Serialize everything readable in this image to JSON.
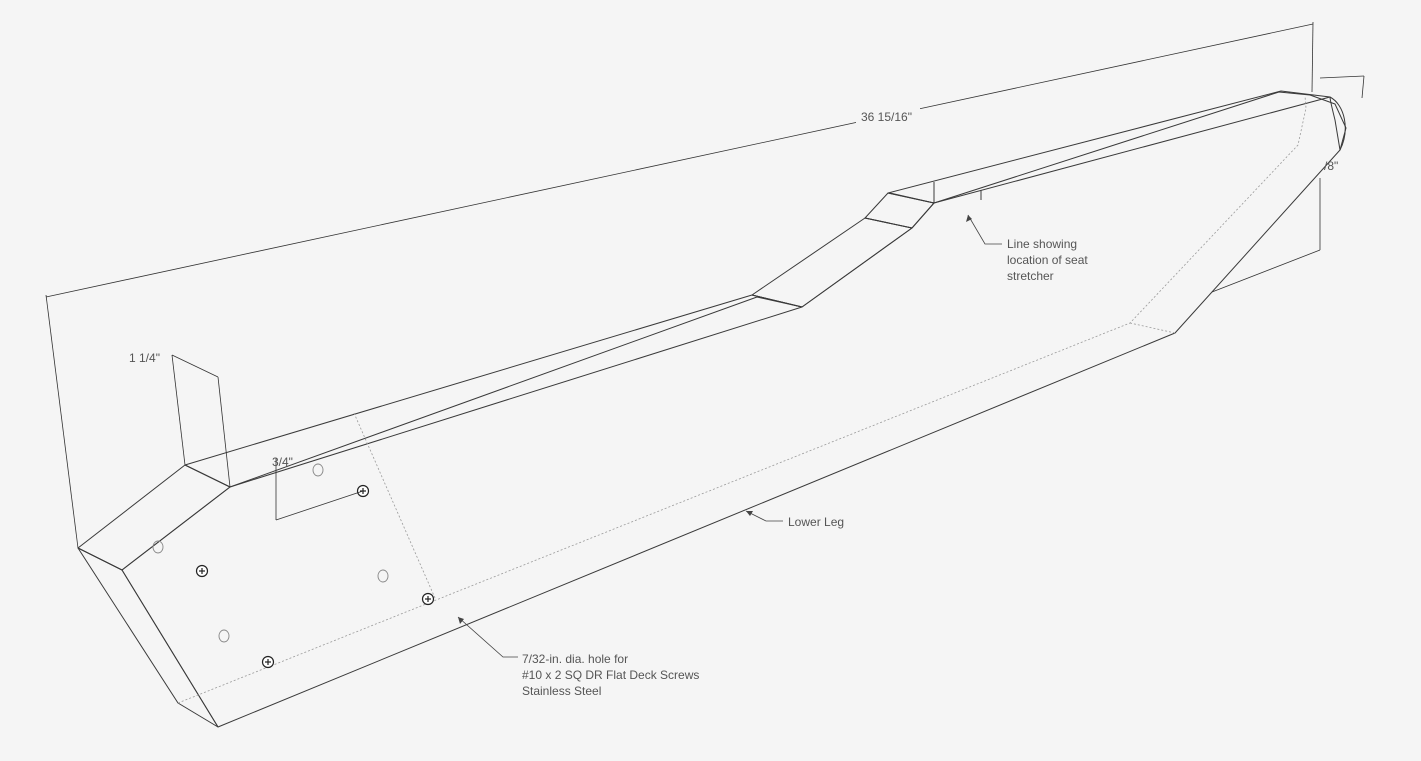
{
  "part_name": "Lower Leg",
  "dimensions": {
    "overall_length": "36 15/16\"",
    "end_width": "1 1/4\"",
    "hole_offset": "3/4\"",
    "partial_height": "/8\""
  },
  "annotations": {
    "seat_line": [
      "Line showing",
      "location of seat",
      "stretcher"
    ],
    "hole_note": [
      "7/32-in. dia. hole for",
      "#10 x 2 SQ DR Flat Deck Screws",
      "Stainless Steel"
    ]
  },
  "colors": {
    "background": "#f5f5f5",
    "front_face": "#eaeaea",
    "top_face": "#a8a8a8",
    "bevel_face": "#d6d6d6",
    "left_end_face": "#cfcfcf",
    "edge": "#3a3a3a",
    "text": "#555555"
  }
}
